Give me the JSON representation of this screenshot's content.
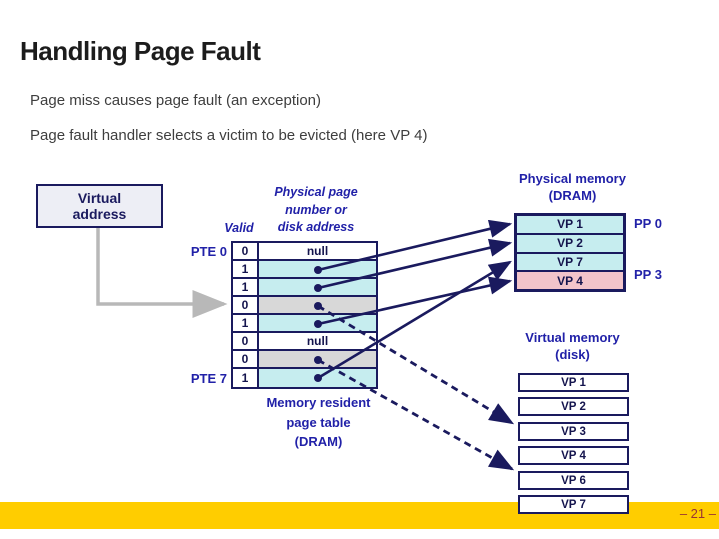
{
  "slide": {
    "title": "Handling Page Fault",
    "bullet_lines": [
      "Page miss causes page fault (an exception)",
      "Page fault handler selects a victim to be evicted (here VP 4)"
    ],
    "page_number": "– 21 –"
  },
  "colors": {
    "navy": "#1a1a5e",
    "blue_label": "#2121a8",
    "cyan_fill": "#c6edef",
    "gray_fill": "#d8d8d8",
    "pink_fill": "#f2c4ca",
    "footer_yellow": "#ffcd00",
    "page_number_red": "#993333",
    "connector_gray": "#b8b8b8"
  },
  "virtual_address": {
    "label": "Virtual address"
  },
  "page_table": {
    "valid_header": "Valid",
    "data_header_lines": [
      "Physical page",
      "number or",
      "disk address"
    ],
    "pte_first_label": "PTE 0",
    "pte_last_label": "PTE 7",
    "rows": [
      {
        "valid": "0",
        "value": "null",
        "fill": "white"
      },
      {
        "valid": "1",
        "value": "",
        "fill": "cyan"
      },
      {
        "valid": "1",
        "value": "",
        "fill": "cyan"
      },
      {
        "valid": "0",
        "value": "",
        "fill": "gray"
      },
      {
        "valid": "1",
        "value": "",
        "fill": "cyan"
      },
      {
        "valid": "0",
        "value": "null",
        "fill": "white"
      },
      {
        "valid": "0",
        "value": "",
        "fill": "gray"
      },
      {
        "valid": "1",
        "value": "",
        "fill": "cyan"
      }
    ],
    "caption_lines": [
      "Memory resident",
      "page table",
      "(DRAM)"
    ]
  },
  "physical_memory": {
    "title_lines": [
      "Physical memory",
      "(DRAM)"
    ],
    "rows": [
      {
        "label": "VP 1",
        "fill": "cyan"
      },
      {
        "label": "VP 2",
        "fill": "cyan"
      },
      {
        "label": "VP 7",
        "fill": "cyan"
      },
      {
        "label": "VP 4",
        "fill": "pink"
      }
    ],
    "pp_first_label": "PP 0",
    "pp_last_label": "PP 3"
  },
  "virtual_memory": {
    "title_lines": [
      "Virtual memory",
      "(disk)"
    ],
    "rows": [
      "VP 1",
      "VP 2",
      "VP 3",
      "VP 4",
      "VP 6",
      "VP 7"
    ]
  },
  "connections": {
    "address_arrow": {
      "from": "Virtual address",
      "to": "PTE 3"
    },
    "solid": [
      {
        "from": "PTE 1",
        "to": "VP 1 (PP 0, DRAM)"
      },
      {
        "from": "PTE 2",
        "to": "VP 2 (DRAM)"
      },
      {
        "from": "PTE 4",
        "to": "VP 4 (PP 3, DRAM)"
      },
      {
        "from": "PTE 7",
        "to": "VP 7 (DRAM)"
      }
    ],
    "dashed": [
      {
        "from": "PTE 3",
        "to": "VP 3 (disk)"
      },
      {
        "from": "PTE 6",
        "to": "VP 6 (disk)"
      }
    ]
  }
}
